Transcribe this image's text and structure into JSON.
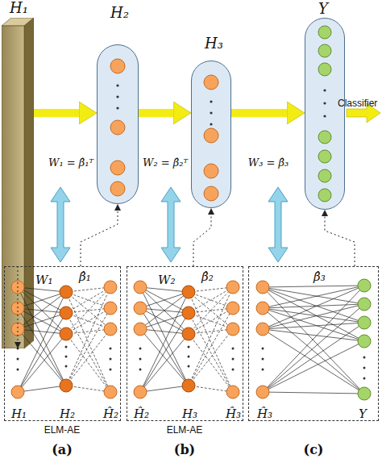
{
  "diagram": {
    "nodes": [
      {
        "text": [
          "H₁"
        ]
      },
      {
        "text": [
          "H₂"
        ]
      },
      {
        "text": [
          "H₃"
        ]
      },
      {
        "text": [
          "Y"
        ]
      },
      {
        "text": [
          "W₁",
          "β̂₁",
          "H₁",
          "H₂",
          "Ĥ₂"
        ]
      },
      {
        "text": [
          "W₂",
          "β̂₂",
          "Ĥ₂",
          "H₃",
          "Ĥ₃"
        ]
      },
      {
        "text": [
          "β̂₃",
          "Ĥ₃",
          "Y"
        ]
      }
    ],
    "edges": [
      {
        "from": 0,
        "to": 1,
        "arrow": "to"
      },
      {
        "from": 1,
        "to": 2,
        "arrow": "to"
      },
      {
        "from": 2,
        "to": 3,
        "arrow": "to"
      },
      {
        "from": 4,
        "to": 0,
        "arrow": "to"
      },
      {
        "from": 4,
        "to": 1,
        "arrow": "to"
      },
      {
        "from": 5,
        "to": 2,
        "arrow": "to"
      },
      {
        "from": 6,
        "to": 3,
        "arrow": "to"
      }
    ],
    "labels": [
      "W₁ = β̂₁ᵀ",
      "W₂ = β̂₂ᵀ",
      "W₃ = β̂₃",
      "Classifier",
      "ELM-AE",
      "ELM-AE",
      "(a)",
      "(b)",
      "(c)"
    ]
  }
}
